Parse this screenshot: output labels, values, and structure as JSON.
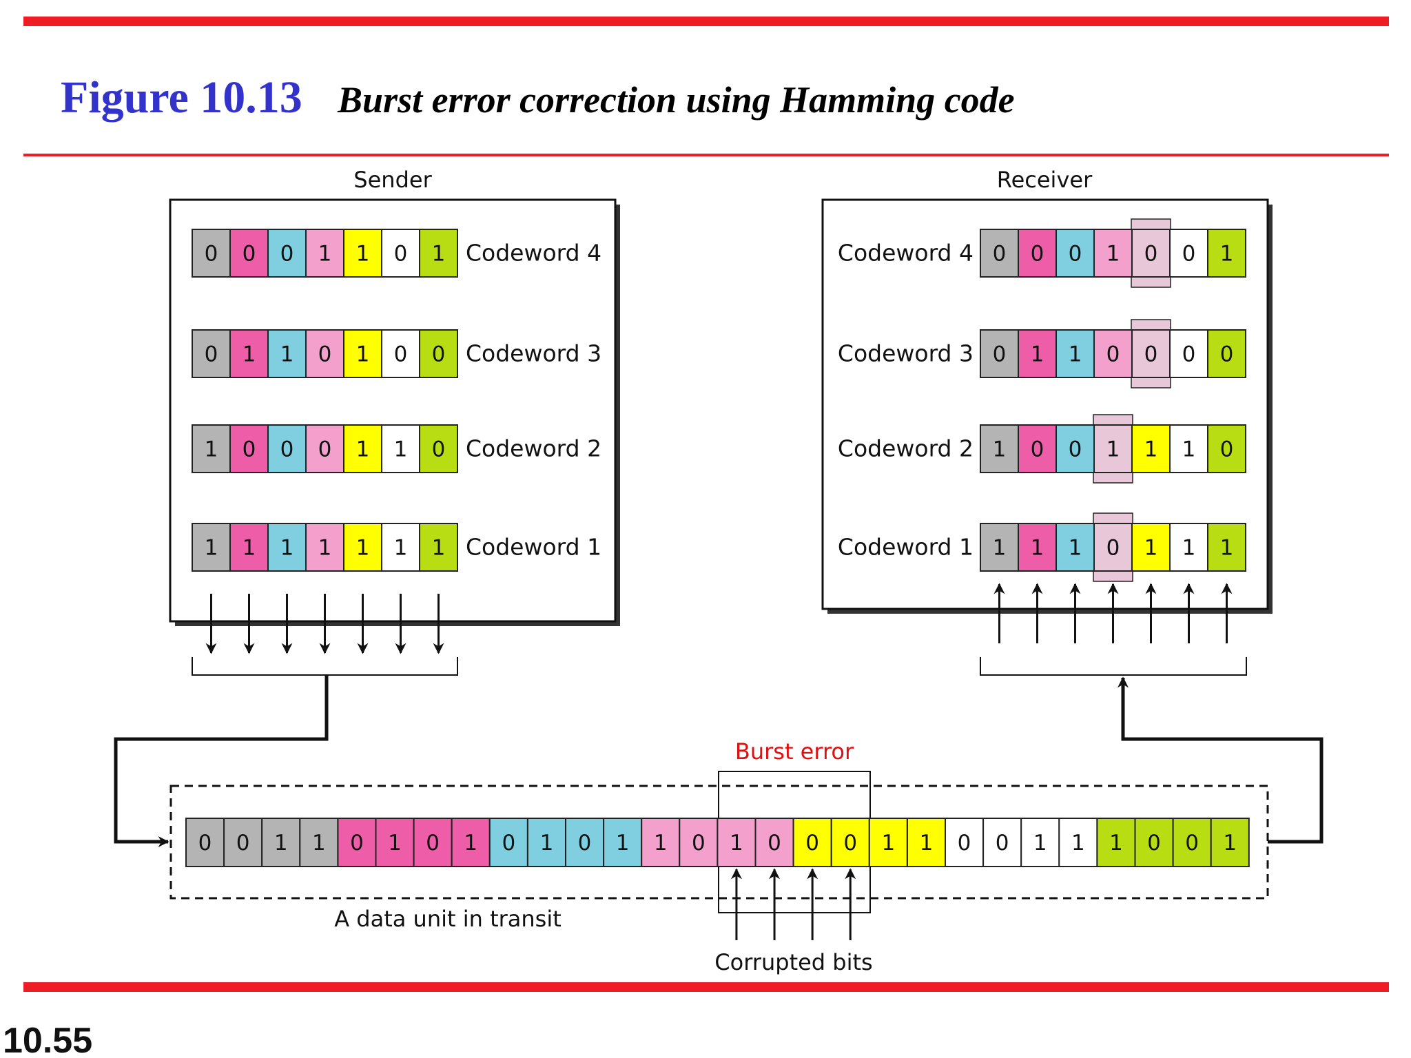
{
  "title": {
    "figure": "Figure 10.13",
    "caption": "Burst error correction using Hamming code"
  },
  "page_number": "10.55",
  "colors": {
    "rule": "#ee1c24",
    "figure_title": "#3333cc",
    "burst_label": "#e01010",
    "highlight": "#e8c8d8",
    "bit_palette": [
      "#b4b4b4",
      "#ee5da8",
      "#7fcfe0",
      "#f3a0cc",
      "#ffff00",
      "#ffffff",
      "#b8dd12"
    ]
  },
  "sender": {
    "title": "Sender",
    "codewords": [
      {
        "label": "Codeword 4",
        "bits": [
          "0",
          "0",
          "0",
          "1",
          "1",
          "0",
          "1"
        ]
      },
      {
        "label": "Codeword 3",
        "bits": [
          "0",
          "1",
          "1",
          "0",
          "1",
          "0",
          "0"
        ]
      },
      {
        "label": "Codeword 2",
        "bits": [
          "1",
          "0",
          "0",
          "0",
          "1",
          "1",
          "0"
        ]
      },
      {
        "label": "Codeword 1",
        "bits": [
          "1",
          "1",
          "1",
          "1",
          "1",
          "1",
          "1"
        ]
      }
    ]
  },
  "receiver": {
    "title": "Receiver",
    "codewords": [
      {
        "label": "Codeword 4",
        "bits": [
          "0",
          "0",
          "0",
          "1",
          "0",
          "0",
          "1"
        ],
        "error_bit": 4
      },
      {
        "label": "Codeword 3",
        "bits": [
          "0",
          "1",
          "1",
          "0",
          "0",
          "0",
          "0"
        ],
        "error_bit": 4
      },
      {
        "label": "Codeword 2",
        "bits": [
          "1",
          "0",
          "0",
          "1",
          "1",
          "1",
          "0"
        ],
        "error_bit": 3
      },
      {
        "label": "Codeword 1",
        "bits": [
          "1",
          "1",
          "1",
          "0",
          "1",
          "1",
          "1"
        ],
        "error_bit": 3
      }
    ]
  },
  "transit": {
    "label": "A data unit in transit",
    "bits": [
      "0",
      "0",
      "1",
      "1",
      "0",
      "1",
      "0",
      "1",
      "0",
      "1",
      "0",
      "1",
      "1",
      "0",
      "1",
      "0",
      "0",
      "0",
      "1",
      "1",
      "0",
      "0",
      "1",
      "1",
      "1",
      "0",
      "0",
      "1"
    ],
    "burst_label": "Burst error",
    "corrupted_label": "Corrupted bits",
    "corrupted_positions": [
      14,
      15,
      16,
      17
    ]
  }
}
